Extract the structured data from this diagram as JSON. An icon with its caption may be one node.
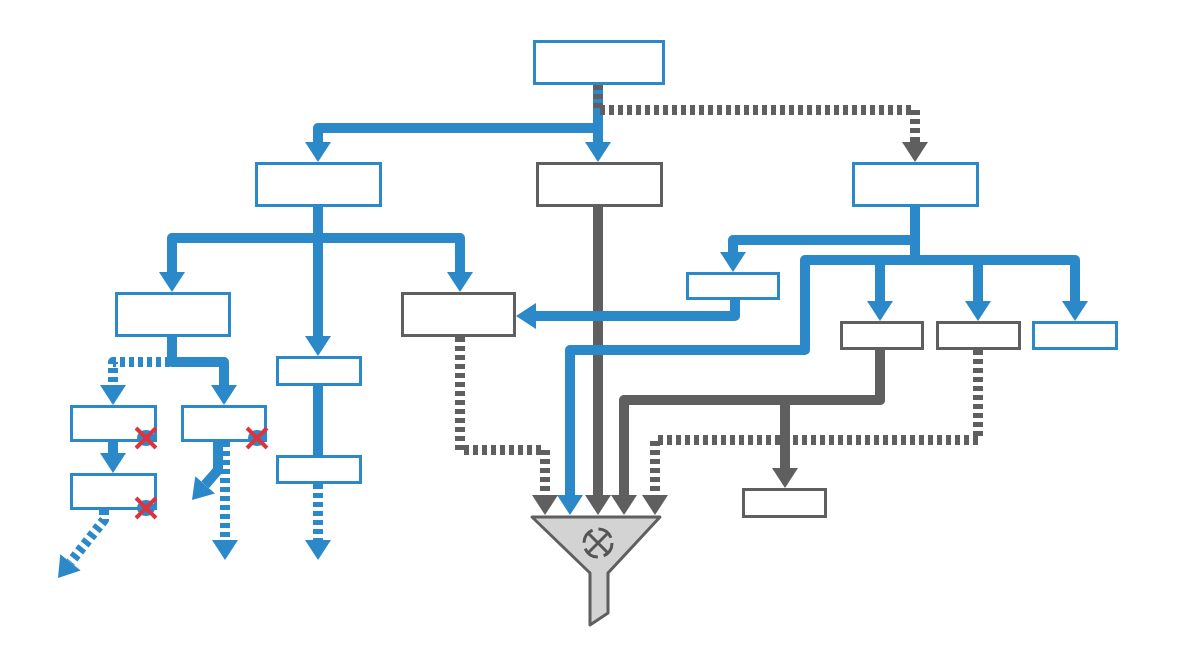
{
  "diagram": {
    "nodes": [
      {
        "text": [],
        "shape": "box"
      },
      {
        "text": [],
        "shape": "box"
      },
      {
        "text": [],
        "shape": "box"
      },
      {
        "text": [],
        "shape": "box"
      },
      {
        "text": [],
        "shape": "box"
      },
      {
        "text": [],
        "shape": "box"
      },
      {
        "text": [],
        "shape": "box"
      },
      {
        "text": [],
        "shape": "box"
      },
      {
        "text": [],
        "shape": "box"
      },
      {
        "text": [],
        "shape": "box"
      },
      {
        "text": [],
        "shape": "box"
      },
      {
        "text": [],
        "shape": "box"
      },
      {
        "text": [],
        "shape": "box"
      },
      {
        "text": [],
        "shape": "box"
      },
      {
        "text": [],
        "shape": "box"
      },
      {
        "text": [],
        "shape": "box"
      },
      {
        "text": [],
        "shape": "funnel"
      }
    ],
    "edges": [
      {
        "from": 0,
        "to": 1,
        "arrow": "to"
      },
      {
        "from": 0,
        "to": 2,
        "arrow": "to"
      },
      {
        "from": 0,
        "to": 3,
        "arrow": "to",
        "style": "dashed",
        "color": "#5f5f5f"
      },
      {
        "from": 1,
        "to": 5,
        "arrow": "to"
      },
      {
        "from": 1,
        "to": 10,
        "arrow": "to"
      },
      {
        "from": 1,
        "to": 6,
        "arrow": "to"
      },
      {
        "from": 2,
        "to": 16,
        "arrow": "to",
        "color": "#5f5f5f"
      },
      {
        "from": 3,
        "to": 4,
        "arrow": "to"
      },
      {
        "from": 3,
        "to": 7,
        "arrow": "to"
      },
      {
        "from": 3,
        "to": 8,
        "arrow": "to"
      },
      {
        "from": 3,
        "to": 9,
        "arrow": "to"
      },
      {
        "from": 3,
        "to": 16,
        "arrow": "to"
      },
      {
        "from": 4,
        "to": 6,
        "arrow": "to"
      },
      {
        "from": 5,
        "to": 11,
        "arrow": "to",
        "style": "dashed"
      },
      {
        "from": 5,
        "to": 12,
        "arrow": "to"
      },
      {
        "from": 10,
        "to": 13,
        "arrow": "none"
      },
      {
        "from": 11,
        "to": 14,
        "arrow": "to"
      },
      {
        "from": 12,
        "to": null,
        "arrow": "to"
      },
      {
        "from": 12,
        "to": null,
        "arrow": "to",
        "style": "dashed"
      },
      {
        "from": 13,
        "to": null,
        "arrow": "to",
        "style": "dashed"
      },
      {
        "from": 14,
        "to": null,
        "arrow": "to",
        "style": "dashed"
      },
      {
        "from": 6,
        "to": 16,
        "arrow": "to",
        "style": "dashed",
        "color": "#5f5f5f"
      },
      {
        "from": 7,
        "to": 16,
        "arrow": "to",
        "color": "#5f5f5f"
      },
      {
        "from": 7,
        "to": 15,
        "arrow": "to",
        "color": "#5f5f5f"
      },
      {
        "from": 8,
        "to": 16,
        "arrow": "to",
        "style": "dashed",
        "color": "#5f5f5f"
      }
    ]
  }
}
